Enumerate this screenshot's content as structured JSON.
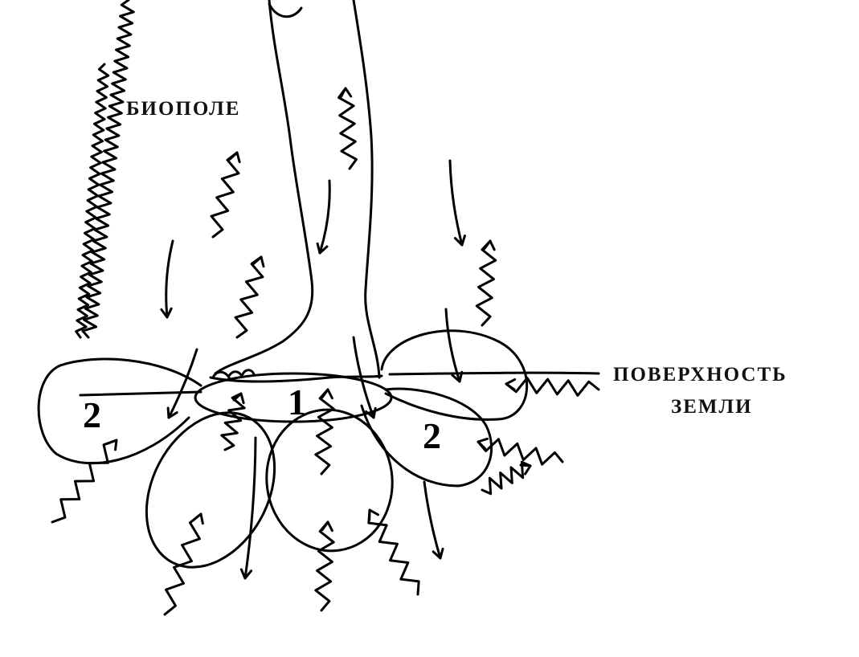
{
  "labels": {
    "biofield": "БИОПОЛЕ",
    "ground_line1": "ПОВЕРХНОСТЬ",
    "ground_line2": "ЗЕМЛИ"
  },
  "zones": {
    "center": "1",
    "left": "2",
    "right": "2"
  }
}
